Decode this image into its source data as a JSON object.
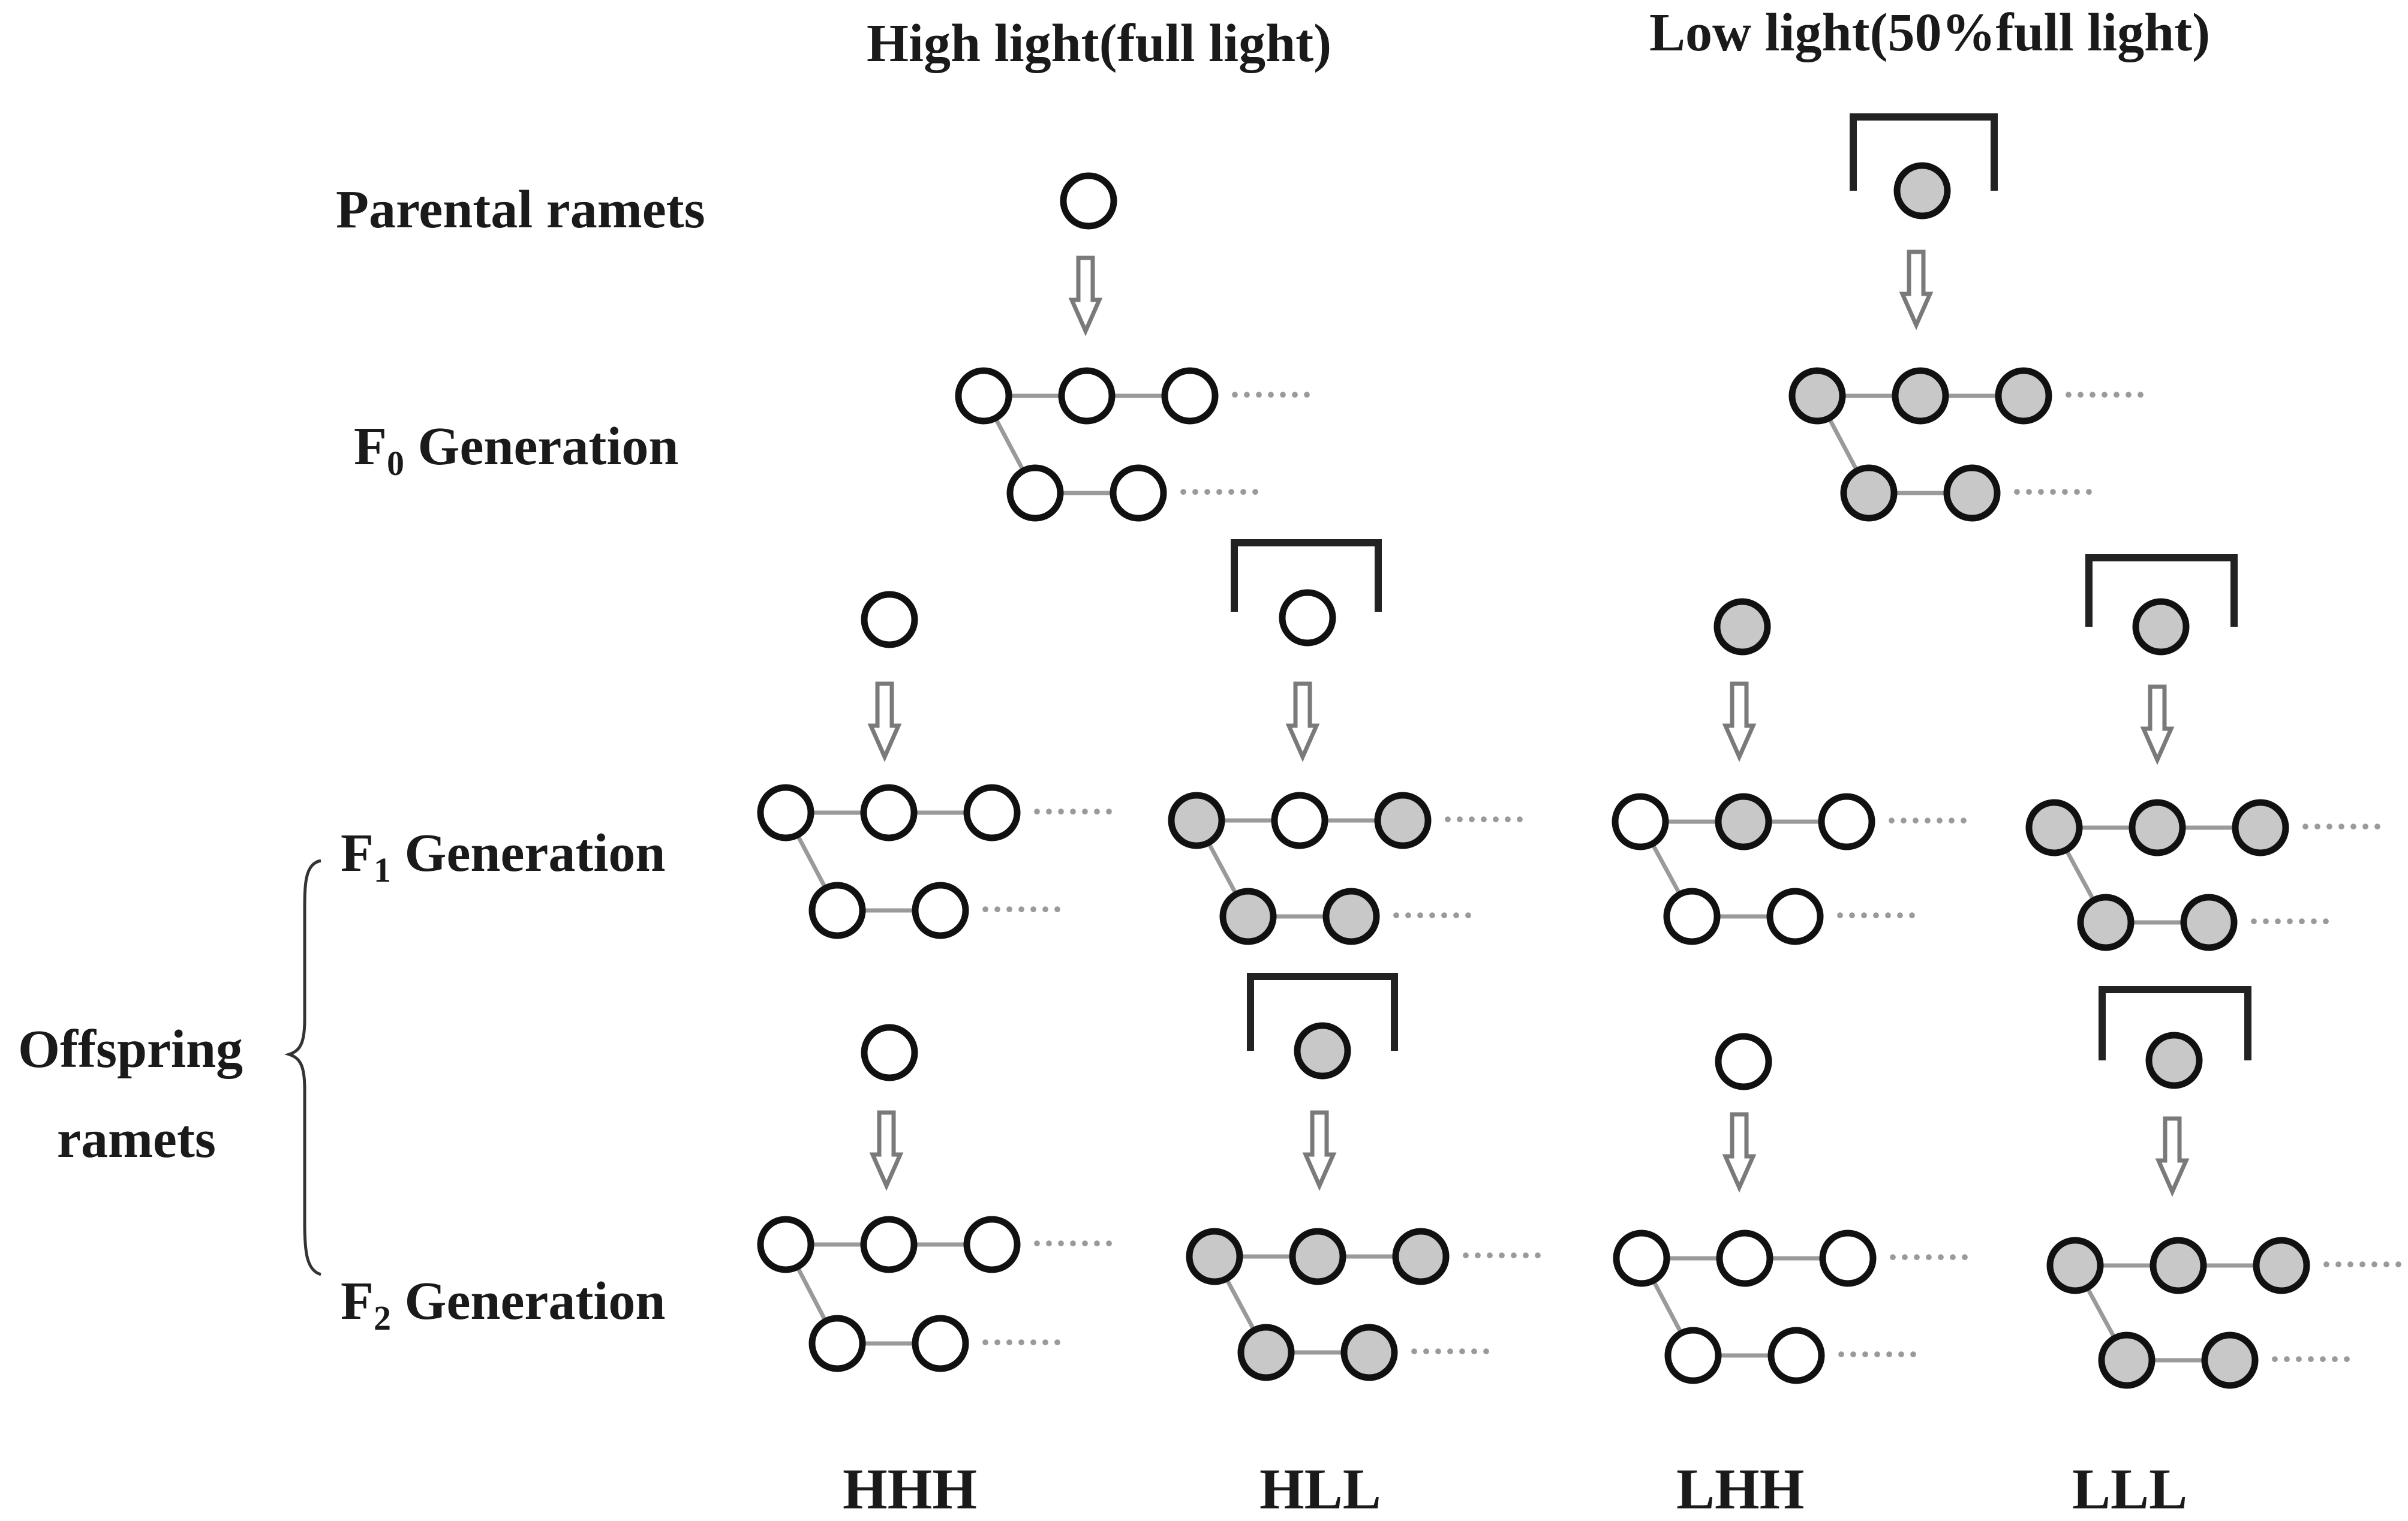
{
  "headers": {
    "high": "High light(full light)",
    "low": "Low light(50%full light)"
  },
  "rows": {
    "parental": "Parental ramets",
    "f0": {
      "letter": "F",
      "sub": "0",
      "rest": " Generation"
    },
    "f1": {
      "letter": "F",
      "sub": "1",
      "rest": " Generation"
    },
    "f2": {
      "letter": "F",
      "sub": "2",
      "rest": " Generation"
    },
    "offspring_line1": "Offspring",
    "offspring_line2": "ramets"
  },
  "treatments": [
    "HHH",
    "HLL",
    "LHH",
    "LLL"
  ],
  "dots": "·······",
  "colors": {
    "high_fill": "#ffffff",
    "low_fill": "#c8c8c8",
    "node_stroke": "#111111",
    "connector": "#9a9a9a",
    "arrow": "#7a7a7a",
    "shade_bracket": "#222222",
    "text": "#1a1a1a"
  }
}
